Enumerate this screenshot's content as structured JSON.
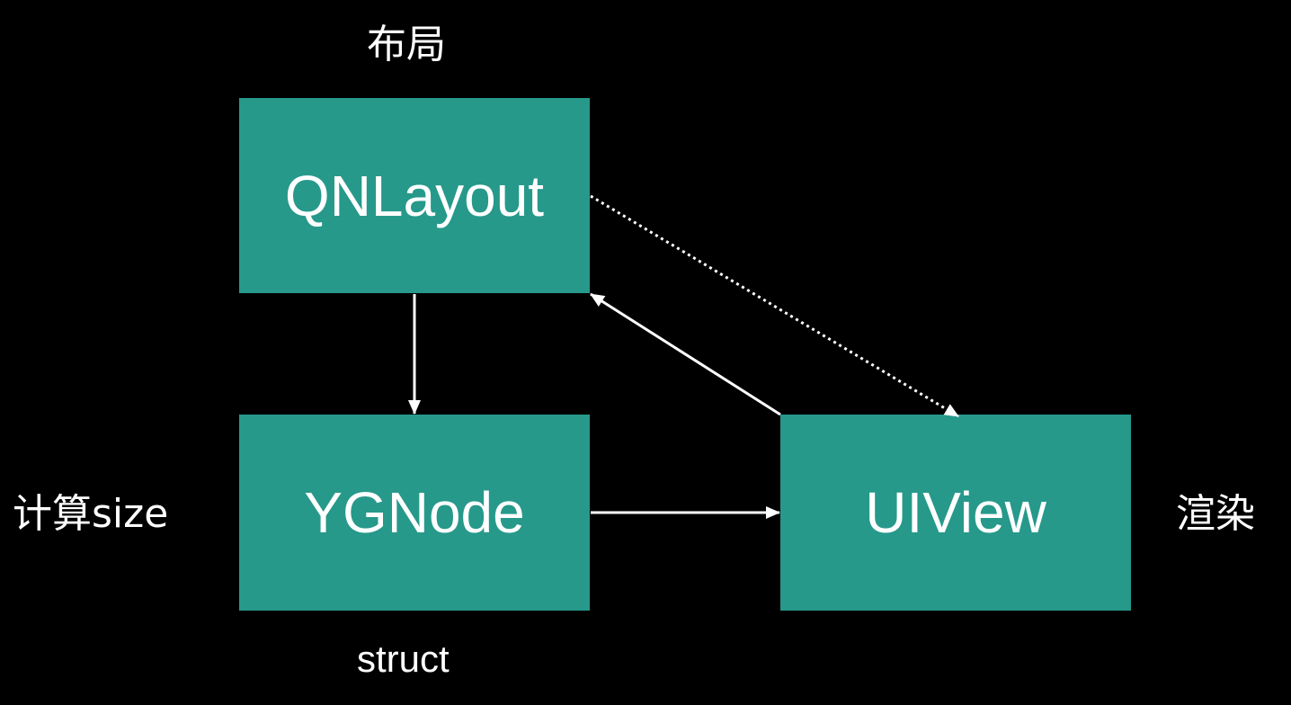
{
  "boxes": {
    "qnlayout": "QNLayout",
    "ygnode": "YGNode",
    "uiview": "UIView"
  },
  "labels": {
    "layout": "布局",
    "calc_size": "计算size",
    "render": "渲染",
    "struct": "struct"
  },
  "colors": {
    "background": "#000000",
    "box_fill": "#26998b",
    "text": "#ffffff",
    "arrow": "#ffffff"
  }
}
